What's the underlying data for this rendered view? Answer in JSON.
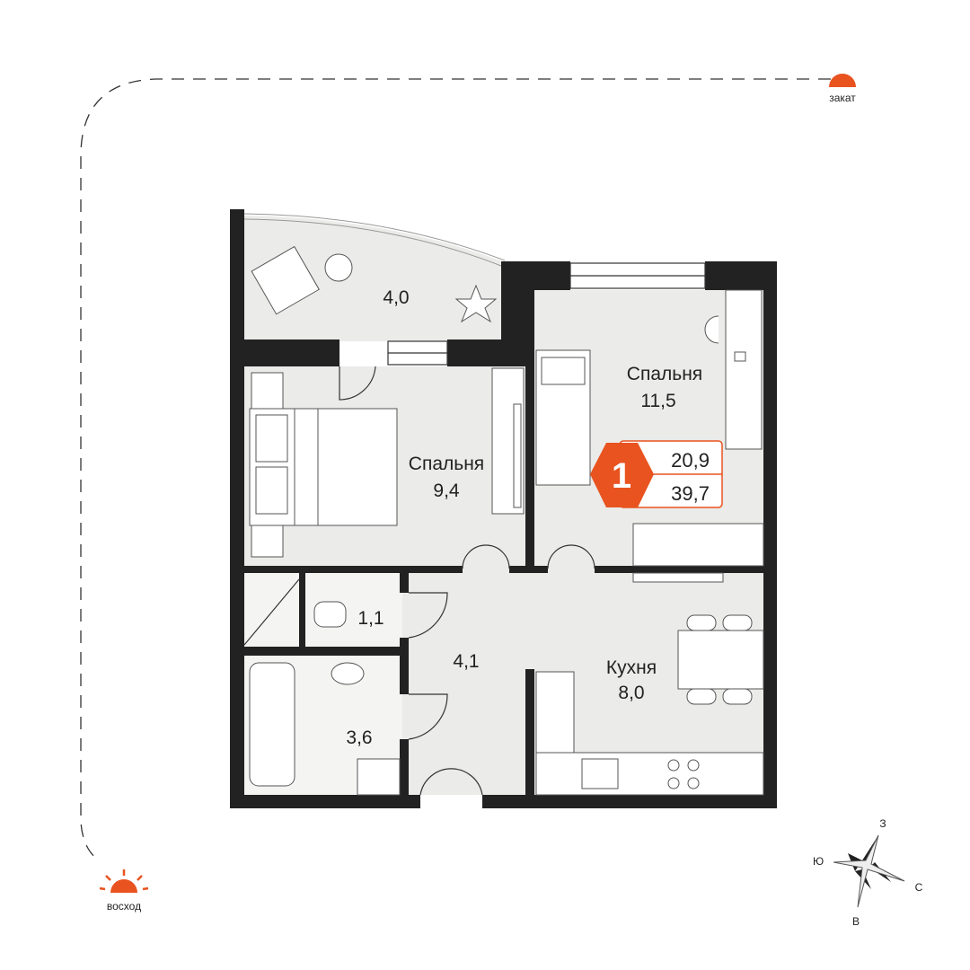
{
  "orientation": {
    "sunset_label": "закат",
    "sunrise_label": "восход"
  },
  "compass": {
    "north": "З",
    "east": "С",
    "south": "В",
    "west": "Ю"
  },
  "rooms": {
    "balcony": {
      "area": "4,0"
    },
    "bedroom_small": {
      "name": "Спальня",
      "area": "11,5"
    },
    "bedroom_large": {
      "name": "Спальня",
      "area": "9,4"
    },
    "toilet": {
      "area": "1,1"
    },
    "hall": {
      "area": "4,1"
    },
    "bathroom": {
      "area": "3,6"
    },
    "kitchen": {
      "name": "Кухня",
      "area": "8,0"
    }
  },
  "summary": {
    "rooms_count": "1",
    "living_area": "20,9",
    "total_area": "39,7"
  },
  "colors": {
    "accent": "#e8531f",
    "wall": "#222222",
    "floor": "#ebebe9"
  }
}
